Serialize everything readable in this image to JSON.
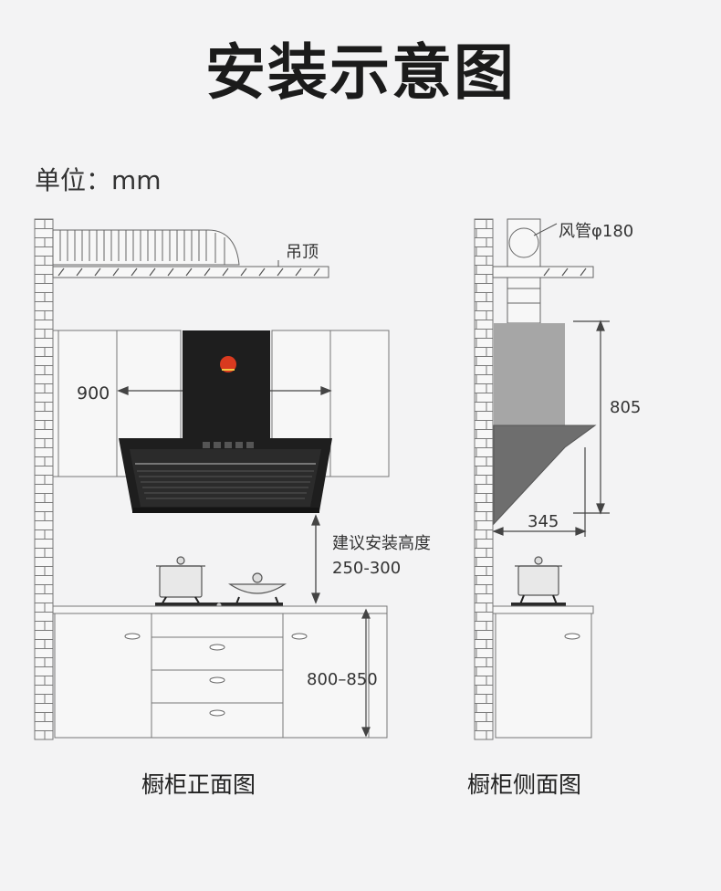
{
  "title": "安装示意图",
  "unit_label": "单位：mm",
  "front": {
    "ceiling_label": "吊顶",
    "width_label": "900",
    "install_height_title": "建议安装高度",
    "install_height_value": "250-300",
    "counter_height_label": "800–850",
    "caption": "橱柜正面图"
  },
  "side": {
    "duct_label": "风管φ180",
    "hood_height_label": "805",
    "hood_depth_label": "345",
    "caption": "橱柜侧面图"
  },
  "colors": {
    "hood_dark": "#1e1e1e",
    "hood_side_light": "#a6a6a6",
    "hood_side_dark": "#6e6e6e",
    "line": "#555555",
    "brand_badge": "#d93a1f"
  }
}
